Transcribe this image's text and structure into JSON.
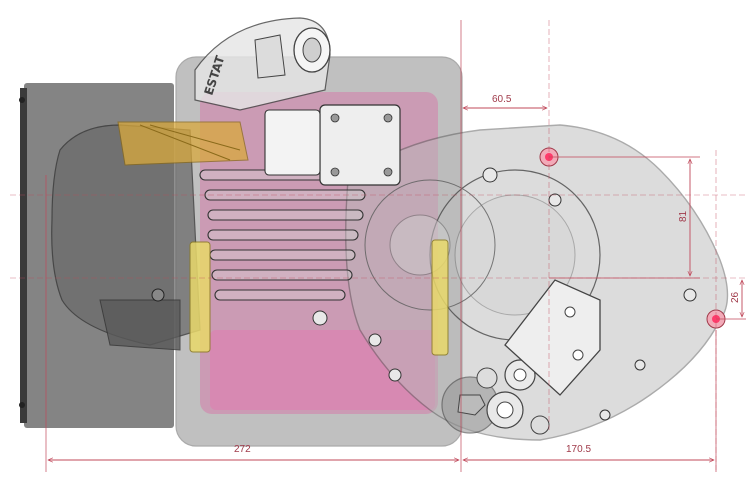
{
  "drawing": {
    "brand_mark": "ESTAT",
    "colors": {
      "dimension": "#c0485a",
      "housing_fill": "#8e8e8e",
      "cylinder_highlight": "#e0559f",
      "bracket": "#e9d96a",
      "intake": "#d9a93c",
      "reference_point": "#ff3b6b"
    }
  },
  "dimensions": {
    "top_offset": "60.5",
    "vertical_height": "81",
    "vertical_small": "26",
    "bottom_left": "272",
    "bottom_right": "170.5"
  }
}
